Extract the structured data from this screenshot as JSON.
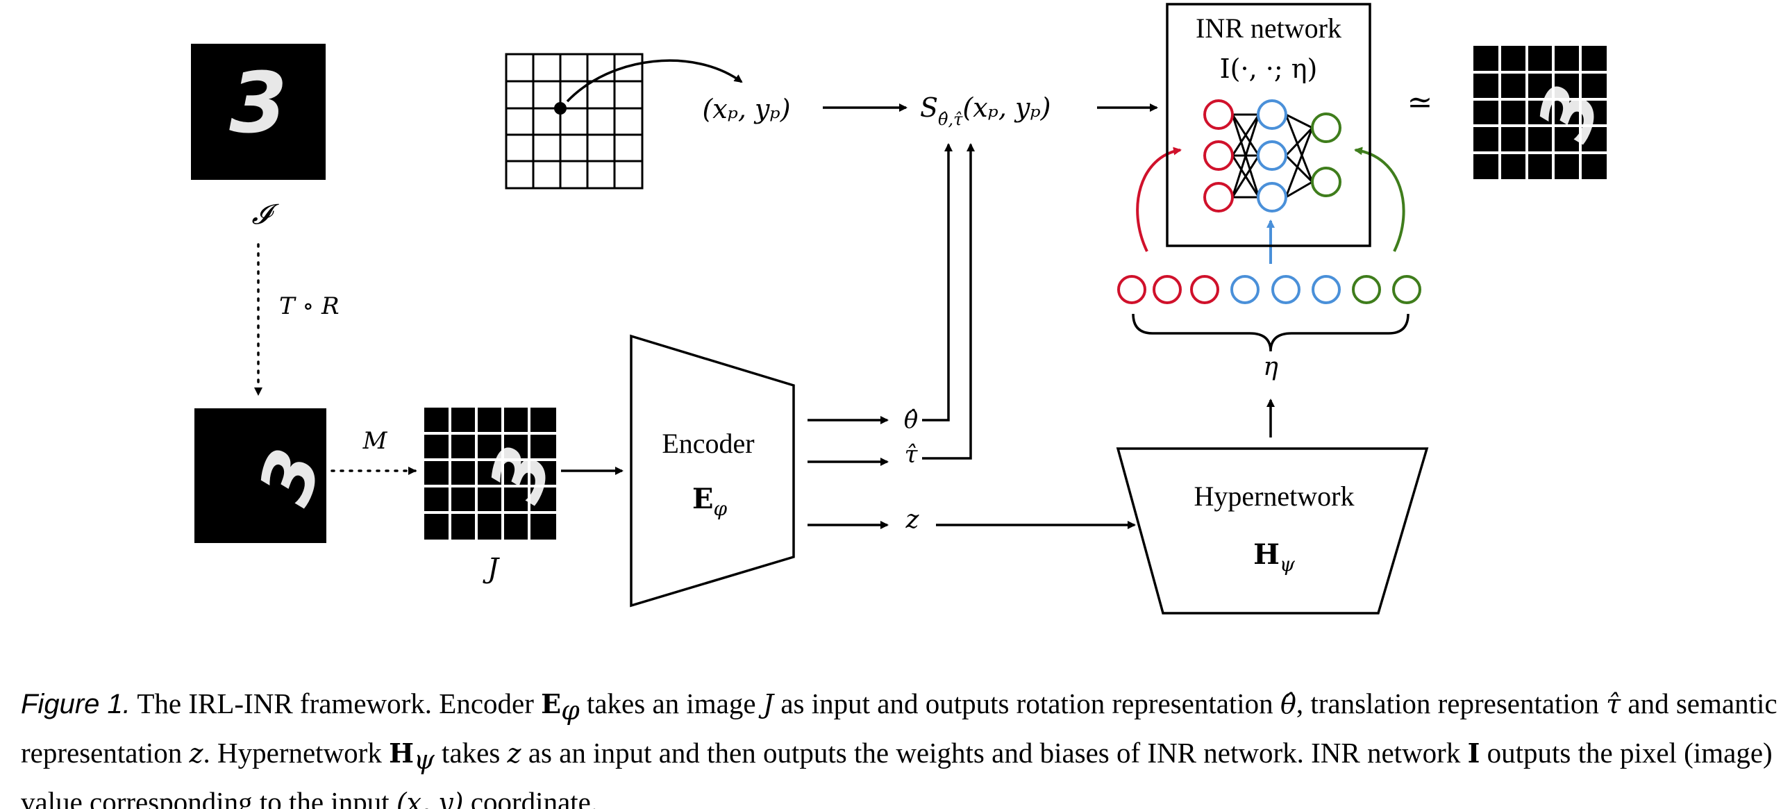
{
  "diagram": {
    "input_image_label": "𝓘",
    "transform_label": "T ∘ R",
    "mask_label": "M",
    "masked_image_label": "J",
    "coord_label": "(xₚ, yₚ)",
    "sampler_label": "S",
    "sampler_subscript": "θ̂,τ̂",
    "sampler_args": "(xₚ, yₚ)",
    "encoder_title": "Encoder",
    "encoder_symbol": "E",
    "encoder_subscript": "φ",
    "theta_hat": "θ̂",
    "tau_hat": "τ̂",
    "z_label": "z",
    "hypernetwork_title": "Hypernetwork",
    "hypernetwork_symbol": "H",
    "hypernetwork_subscript": "ψ",
    "eta_label": "η",
    "inr_title": "INR network",
    "inr_formula": "I(·, ·; η)",
    "approx_symbol": "≃",
    "colors": {
      "red": "#d0112b",
      "blue": "#4a90d9",
      "green": "#3f7d1c"
    }
  },
  "caption": {
    "label": "Figure 1.",
    "t1": " The IRL-INR framework. Encoder ",
    "t2": " takes an image ",
    "t3": " as input and outputs rotation representation ",
    "t4": ", translation representation ",
    "t5": " and semantic representation ",
    "t6": ". Hypernetwork ",
    "t7": " takes ",
    "t8": " as an input and then outputs the weights and biases of INR network. INR network ",
    "t9": " outputs the pixel (image) value corresponding to the input ",
    "t10": " coordinate.",
    "E": "E",
    "phi": "φ",
    "J": "J",
    "theta": "θ̂",
    "tau": "τ̂",
    "z": "z",
    "H": "H",
    "psi": "ψ",
    "I": "I",
    "xy": "(x, y)"
  }
}
